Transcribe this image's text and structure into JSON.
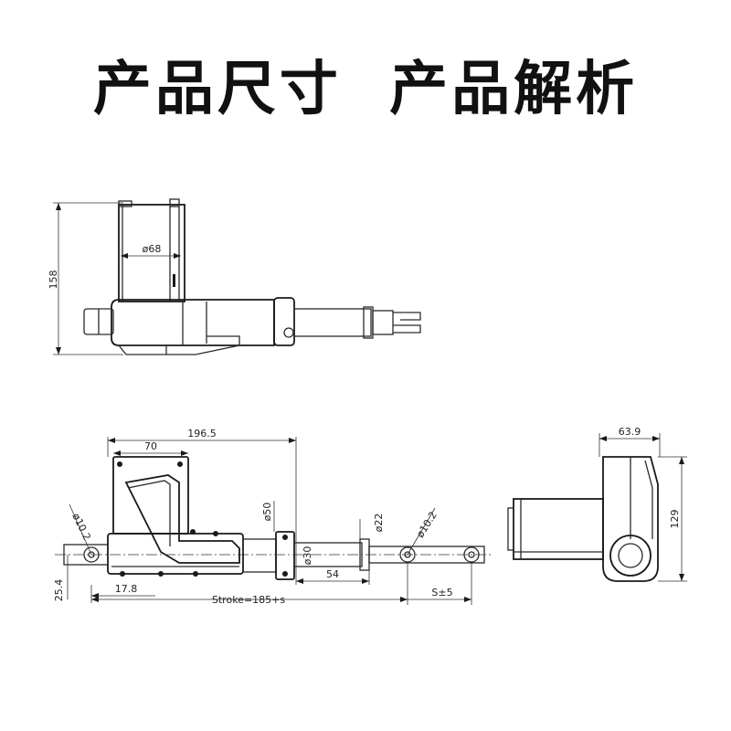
{
  "title": "产品尺寸  产品解析",
  "side_view": {
    "height_label": "158",
    "motor_dia_label": "ø68"
  },
  "front_view": {
    "overall_length": "196.5",
    "motor_width": "70",
    "rear_hole": "ø10.2",
    "tube_dia": "ø50",
    "rod_dia": "ø22",
    "front_hole": "ø10.2",
    "inner_dia": "ø30",
    "rod_extension": "54",
    "pin_offset_v": "25.4",
    "pin_offset_h": "17.8",
    "stroke": "Stroke=185+s",
    "stroke_tol": "S±5"
  },
  "end_view": {
    "width": "63.9",
    "height": "129"
  }
}
